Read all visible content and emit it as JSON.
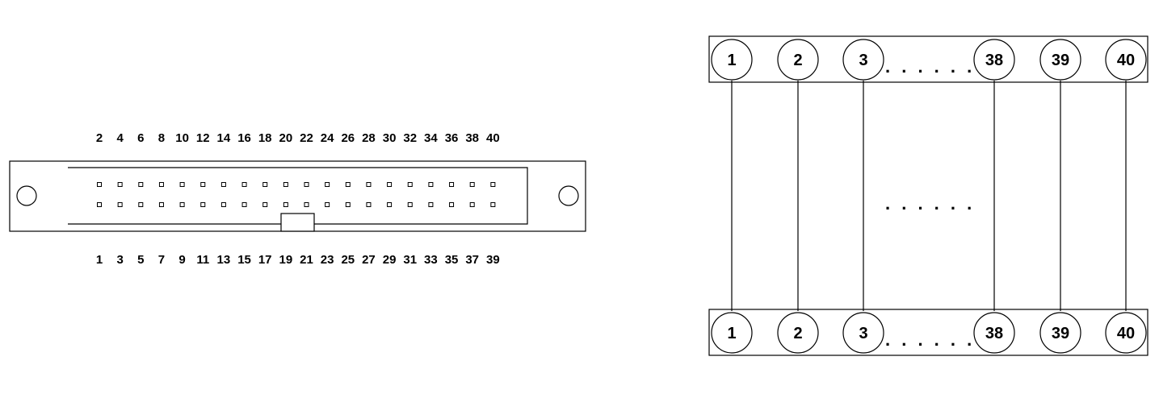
{
  "connector": {
    "top_labels": [
      "2",
      "4",
      "6",
      "8",
      "10",
      "12",
      "14",
      "16",
      "18",
      "20",
      "22",
      "24",
      "26",
      "28",
      "30",
      "32",
      "34",
      "36",
      "38",
      "40"
    ],
    "bottom_labels": [
      "1",
      "3",
      "5",
      "7",
      "9",
      "11",
      "13",
      "15",
      "17",
      "19",
      "21",
      "23",
      "25",
      "27",
      "29",
      "31",
      "33",
      "35",
      "37",
      "39"
    ]
  },
  "wiring": {
    "top_pins": [
      "1",
      "2",
      "3",
      "38",
      "39",
      "40"
    ],
    "bottom_pins": [
      "1",
      "2",
      "3",
      "38",
      "39",
      "40"
    ],
    "ellipsis_top": ". . . . . .",
    "ellipsis_middle": ". . . . . .",
    "ellipsis_bottom": ". . . . . ."
  },
  "colors": {
    "stroke": "#000000",
    "background": "#ffffff"
  }
}
